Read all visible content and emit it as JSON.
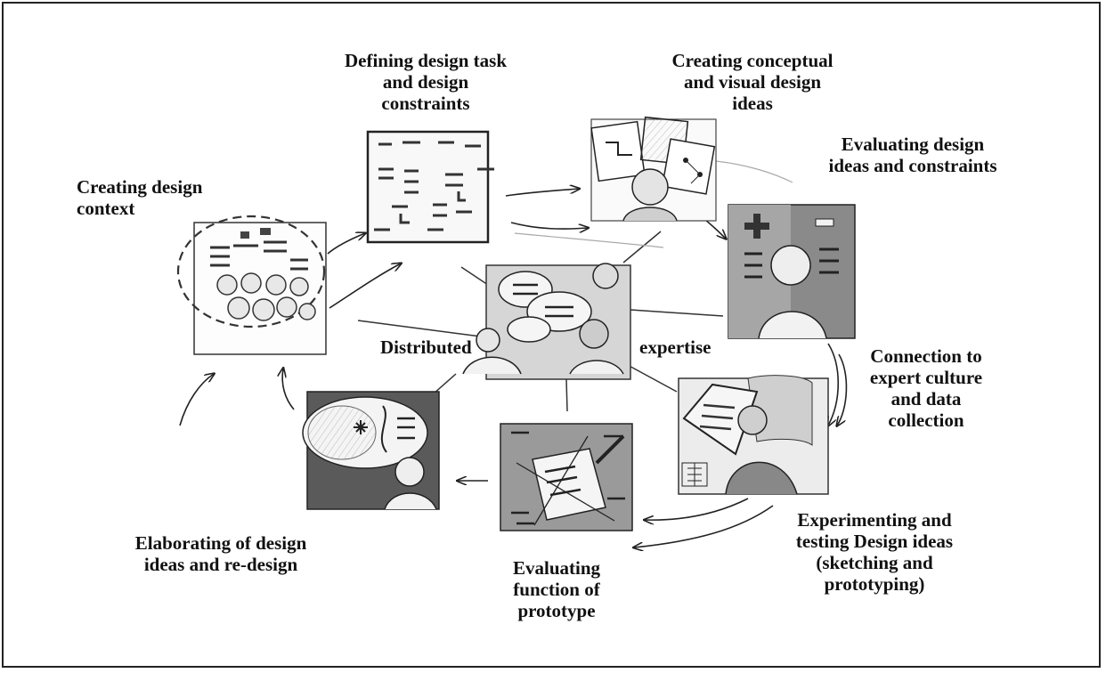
{
  "labels": {
    "creating_context": [
      "Creating design",
      "context"
    ],
    "defining_task": [
      "Defining design task",
      "and design",
      "constraints"
    ],
    "creating_ideas": [
      "Creating conceptual",
      "and visual design",
      "ideas"
    ],
    "evaluating_ideas": [
      "Evaluating design",
      "ideas and constraints"
    ],
    "connection": [
      "Connection to",
      "expert culture",
      "and data",
      "collection"
    ],
    "experimenting": [
      "Experimenting and",
      "testing Design ideas",
      "(sketching and",
      "prototyping)"
    ],
    "evaluating_function": [
      "Evaluating",
      "function of",
      "prototype"
    ],
    "elaborating": [
      "Elaborating of design",
      "ideas and re-design"
    ],
    "center_left": "Distributed",
    "center_right": "expertise"
  }
}
